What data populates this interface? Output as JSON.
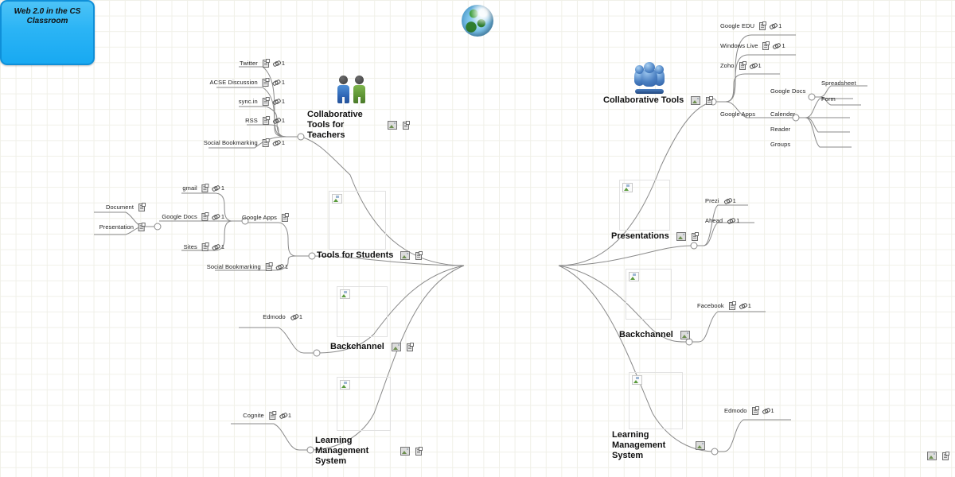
{
  "root": {
    "title": "Web 2.0 in the CS Classroom",
    "icons": [
      "image-icon",
      "note-icon"
    ],
    "fill_color": "#2bb4f5",
    "border_color": "#0f8fd8"
  },
  "branches": {
    "left": [
      {
        "label": "Collaborative Tools for Teachers",
        "illustration": "two-people-icon",
        "icons": [
          "image-icon",
          "note-icon"
        ],
        "children": [
          {
            "label": "Twitter",
            "icons": [
              "note-icon",
              "link-icon"
            ],
            "count": "1"
          },
          {
            "label": "ACSE Discussion",
            "icons": [
              "note-icon",
              "link-icon"
            ],
            "count": "1"
          },
          {
            "label": "sync.in",
            "icons": [
              "note-icon",
              "link-icon"
            ],
            "count": "1"
          },
          {
            "label": "RSS",
            "icons": [
              "note-icon",
              "link-icon"
            ],
            "count": "1"
          },
          {
            "label": "Social Bookmarking",
            "icons": [
              "note-icon",
              "link-icon"
            ],
            "count": "1"
          }
        ]
      },
      {
        "label": "Tools for Students",
        "illustration": "broken-image-placeholder",
        "icons": [
          "image-icon",
          "note-icon"
        ],
        "children": [
          {
            "label": "Google Apps",
            "icons": [
              "note-icon"
            ],
            "count": "",
            "children": [
              {
                "label": "gmail",
                "icons": [
                  "note-icon",
                  "link-icon"
                ],
                "count": "1"
              },
              {
                "label": "Google Docs",
                "icons": [
                  "note-icon",
                  "link-icon"
                ],
                "count": "1",
                "children": [
                  {
                    "label": "Document",
                    "icons": [
                      "note-icon"
                    ],
                    "count": ""
                  },
                  {
                    "label": "Presentation",
                    "icons": [
                      "note-icon"
                    ],
                    "count": ""
                  }
                ]
              },
              {
                "label": "Sites",
                "icons": [
                  "note-icon",
                  "link-icon"
                ],
                "count": "1"
              }
            ]
          },
          {
            "label": "Social Bookmarking",
            "icons": [
              "note-icon",
              "link-icon"
            ],
            "count": "1"
          }
        ]
      },
      {
        "label": "Backchannel",
        "illustration": "broken-image-placeholder",
        "icons": [
          "image-icon",
          "note-icon"
        ],
        "children": [
          {
            "label": "Edmodo",
            "icons": [
              "link-icon"
            ],
            "count": "1"
          }
        ]
      },
      {
        "label": "Learning Management System",
        "illustration": "broken-image-placeholder",
        "icons": [
          "image-icon",
          "note-icon"
        ],
        "children": [
          {
            "label": "Cognite",
            "icons": [
              "note-icon",
              "link-icon"
            ],
            "count": "1"
          }
        ]
      }
    ],
    "right": [
      {
        "label": "Collaborative Tools",
        "illustration": "group-people-icon",
        "icons": [
          "image-icon",
          "note-icon"
        ],
        "children": [
          {
            "label": "Google EDU",
            "icons": [
              "note-icon",
              "link-icon"
            ],
            "count": "1"
          },
          {
            "label": "Windows Live",
            "icons": [
              "note-icon",
              "link-icon"
            ],
            "count": "1"
          },
          {
            "label": "Zoho",
            "icons": [
              "note-icon",
              "link-icon"
            ],
            "count": "1"
          },
          {
            "label": "Google Apps",
            "icons": [],
            "count": "",
            "children": [
              {
                "label": "Google Docs",
                "icons": [],
                "count": "",
                "children": [
                  {
                    "label": "Spreadsheet",
                    "icons": [],
                    "count": ""
                  },
                  {
                    "label": "Form",
                    "icons": [],
                    "count": ""
                  }
                ]
              },
              {
                "label": "Calender",
                "icons": [],
                "count": ""
              },
              {
                "label": "Reader",
                "icons": [],
                "count": ""
              },
              {
                "label": "Groups",
                "icons": [],
                "count": ""
              }
            ]
          }
        ]
      },
      {
        "label": "Presentations",
        "illustration": "broken-image-placeholder",
        "icons": [
          "image-icon",
          "note-icon"
        ],
        "children": [
          {
            "label": "Prezi",
            "icons": [
              "link-icon"
            ],
            "count": "1"
          },
          {
            "label": "Ahead",
            "icons": [
              "link-icon"
            ],
            "count": "1"
          }
        ]
      },
      {
        "label": "Backchannel",
        "illustration": "broken-image-placeholder",
        "icons": [
          "image-icon"
        ],
        "children": [
          {
            "label": "Facebook",
            "icons": [
              "note-icon",
              "link-icon"
            ],
            "count": "1"
          }
        ]
      },
      {
        "label": "Learning Management System",
        "illustration": "broken-image-placeholder",
        "icons": [
          "image-icon"
        ],
        "children": [
          {
            "label": "Edmodo",
            "icons": [
              "note-icon",
              "link-icon"
            ],
            "count": "1"
          }
        ]
      }
    ]
  }
}
